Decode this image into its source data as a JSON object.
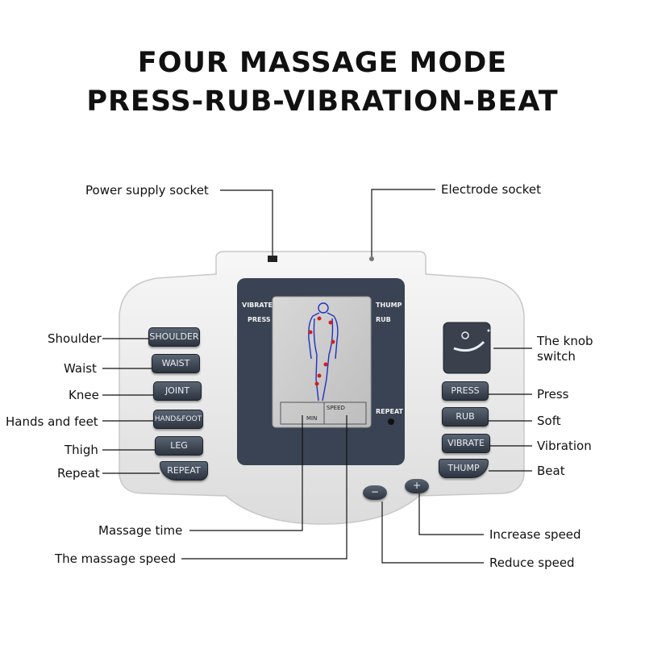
{
  "title": {
    "line1": "FOUR MASSAGE MODE",
    "line2": "PRESS-RUB-VIBRATION-BEAT"
  },
  "callouts": {
    "power_supply_socket": "Power supply socket",
    "electrode_socket": "Electrode socket",
    "shoulder": "Shoulder",
    "waist": "Waist",
    "knee": "Knee",
    "hands_and_feet": "Hands and feet",
    "thigh": "Thigh",
    "repeat": "Repeat",
    "knob_switch_1": "The knob",
    "knob_switch_2": "switch",
    "press": "Press",
    "soft": "Soft",
    "vibration": "Vibration",
    "beat": "Beat",
    "massage_time": "Massage time",
    "massage_speed": "The massage speed",
    "increase_speed": "Increase speed",
    "reduce_speed": "Reduce speed"
  },
  "device": {
    "left_buttons": [
      "SHOULDER",
      "WAIST",
      "JOINT",
      "HAND&FOOT",
      "LEG",
      "REPEAT"
    ],
    "right_buttons": [
      "PRESS",
      "RUB",
      "VIBRATE",
      "THUMP"
    ],
    "screen_labels": {
      "vibrate": "VIBRATE",
      "press": "PRESS",
      "thump": "THUMP",
      "rub": "RUB",
      "repeat": "REPEAT",
      "min": "MIN",
      "speed": "SPEED"
    },
    "minus": "−",
    "plus": "+",
    "colors": {
      "body": "#f1f1f1",
      "panel": "#3a4353",
      "lcd": "#cfcfcf",
      "button": "#3a414d",
      "figure": "#2030c0",
      "dots": "#d02020"
    }
  }
}
